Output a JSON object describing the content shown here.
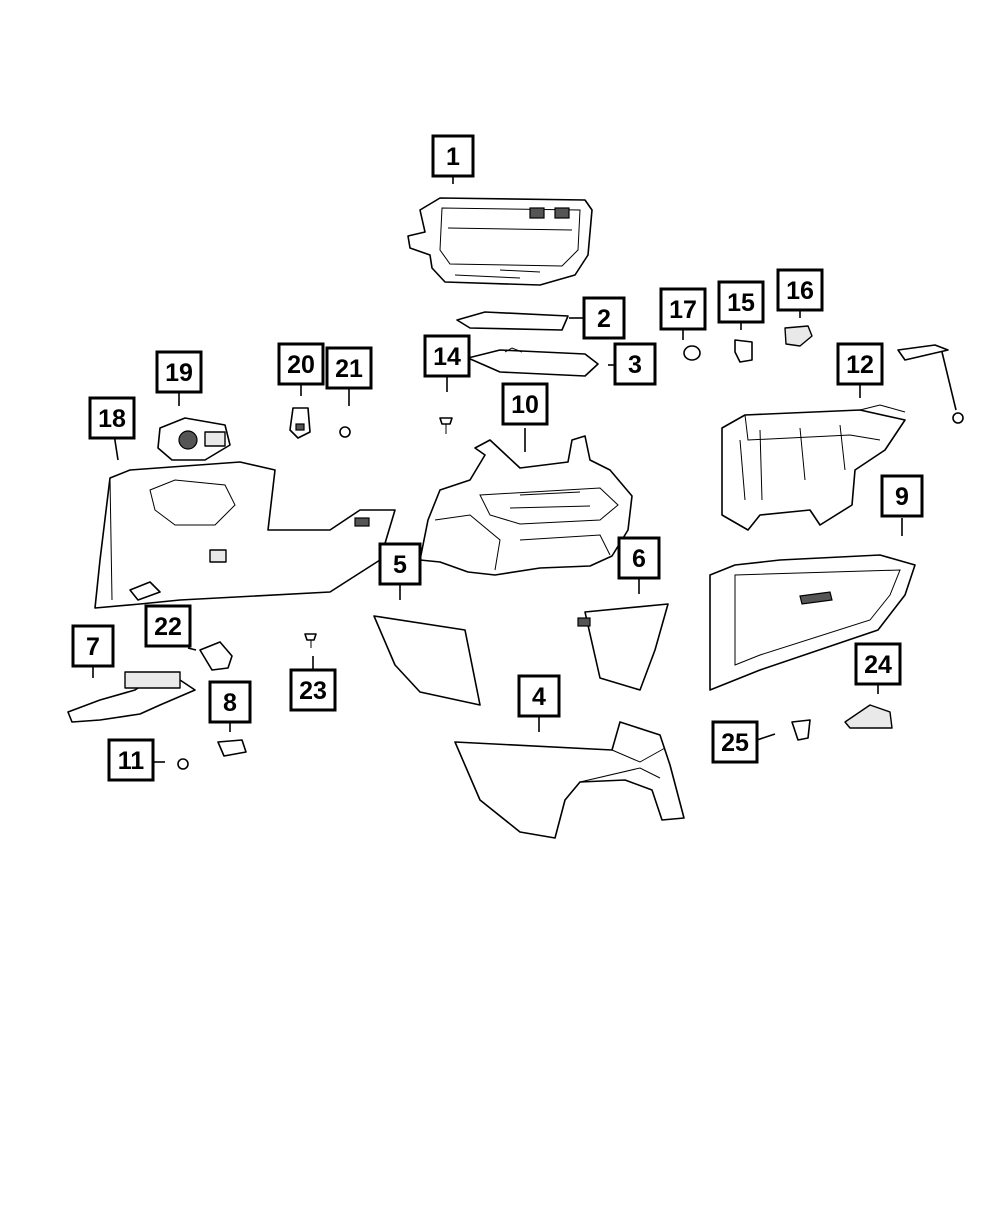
{
  "diagram": {
    "callouts": [
      {
        "id": "c1",
        "label": "1"
      },
      {
        "id": "c2",
        "label": "2"
      },
      {
        "id": "c3",
        "label": "3"
      },
      {
        "id": "c4",
        "label": "4"
      },
      {
        "id": "c5",
        "label": "5"
      },
      {
        "id": "c6",
        "label": "6"
      },
      {
        "id": "c7",
        "label": "7"
      },
      {
        "id": "c8",
        "label": "8"
      },
      {
        "id": "c9",
        "label": "9"
      },
      {
        "id": "c10",
        "label": "10"
      },
      {
        "id": "c11",
        "label": "11"
      },
      {
        "id": "c12",
        "label": "12"
      },
      {
        "id": "c14",
        "label": "14"
      },
      {
        "id": "c15",
        "label": "15"
      },
      {
        "id": "c16",
        "label": "16"
      },
      {
        "id": "c17",
        "label": "17"
      },
      {
        "id": "c18",
        "label": "18"
      },
      {
        "id": "c19",
        "label": "19"
      },
      {
        "id": "c20",
        "label": "20"
      },
      {
        "id": "c21",
        "label": "21"
      },
      {
        "id": "c22",
        "label": "22"
      },
      {
        "id": "c23",
        "label": "23"
      },
      {
        "id": "c24",
        "label": "24"
      },
      {
        "id": "c25",
        "label": "25"
      }
    ]
  }
}
